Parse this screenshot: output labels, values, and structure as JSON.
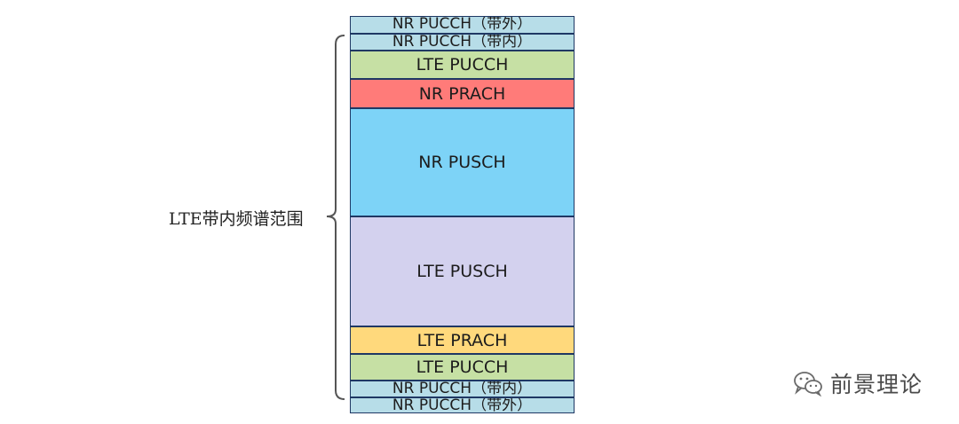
{
  "diagram": {
    "blocks": [
      {
        "label": "NR PUCCH（带外）",
        "color": "#b7dde8"
      },
      {
        "label": "NR PUCCH（带内）",
        "color": "#b7dde8"
      },
      {
        "label": "LTE PUCCH",
        "color": "#c6e0a4"
      },
      {
        "label": "NR PRACH",
        "color": "#ff7b79"
      },
      {
        "label": "NR PUSCH",
        "color": "#7dd3f7"
      },
      {
        "label": "LTE PUSCH",
        "color": "#d3d1ee"
      },
      {
        "label": "LTE PRACH",
        "color": "#ffd97c"
      },
      {
        "label": "LTE PUCCH",
        "color": "#c6e0a4"
      },
      {
        "label": "NR PUCCH（带内）",
        "color": "#b7dde8"
      },
      {
        "label": "NR PUCCH（带外）",
        "color": "#b7dde8"
      }
    ],
    "range_label": "LTE带内频谱范围"
  },
  "watermark": {
    "icon": "wechat-icon",
    "text": "前景理论"
  }
}
